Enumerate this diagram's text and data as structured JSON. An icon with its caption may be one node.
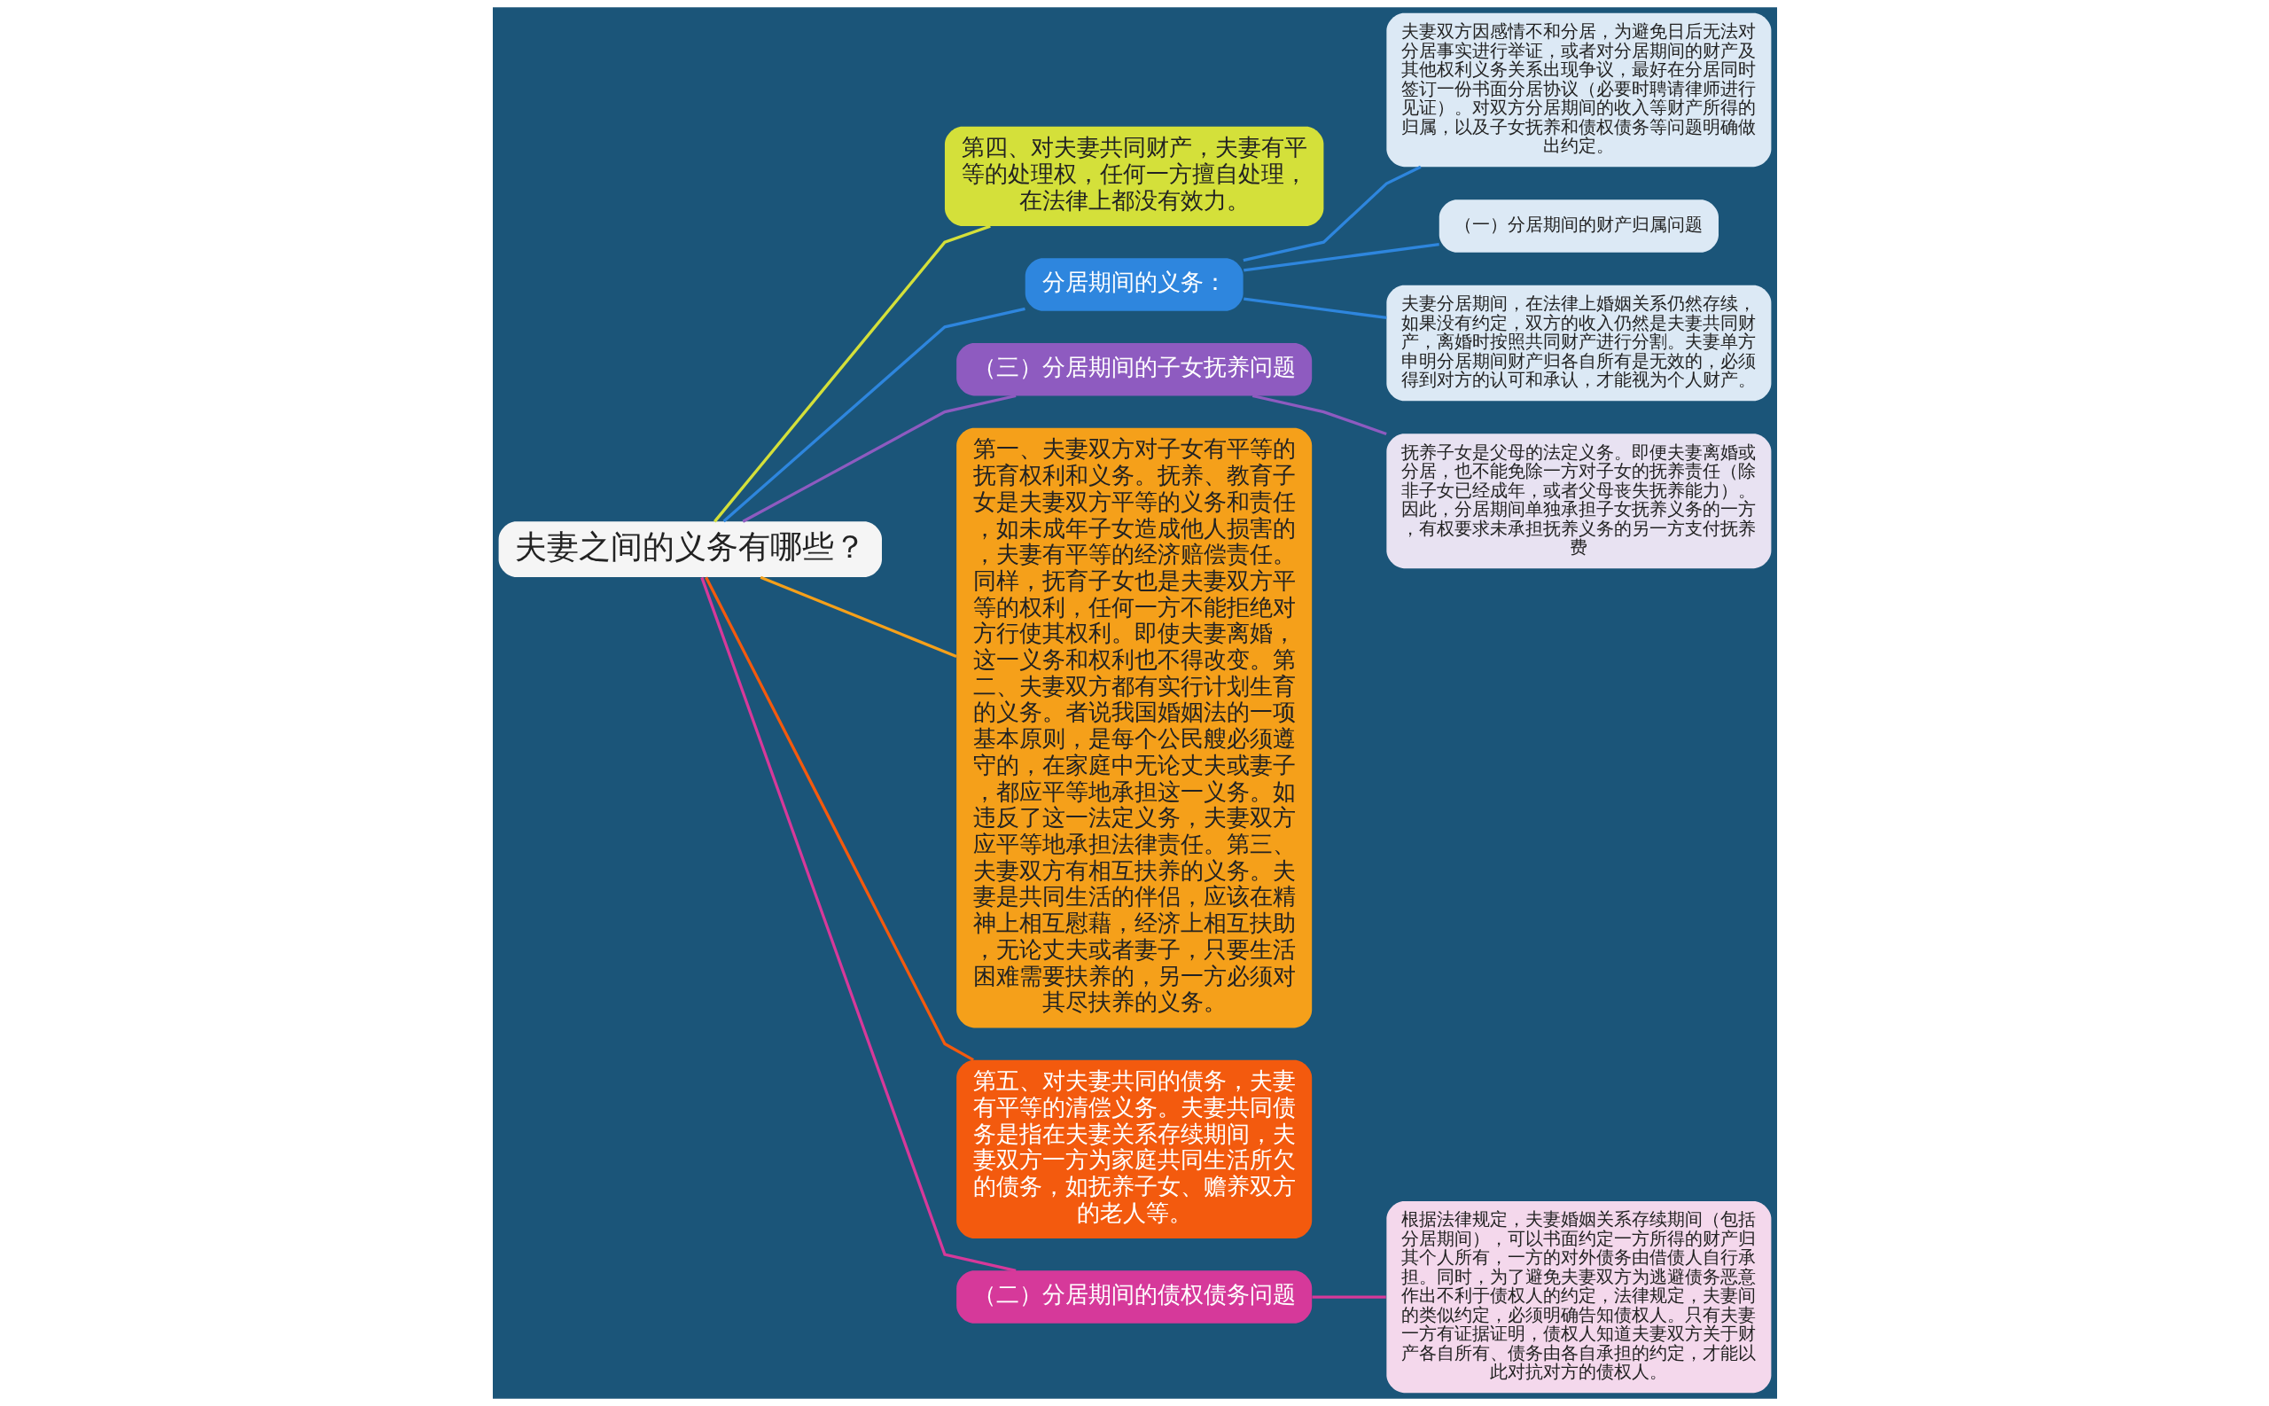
{
  "diagram": {
    "nodes": [
      {
        "text": [
          "夫妻之间的义务有哪些？"
        ]
      },
      {
        "text": [
          "第四、对夫妻共同财产，夫妻有平等的处理权，任何一方擅自处理，在法律上都没有效力。"
        ]
      },
      {
        "text": [
          "分居期间的义务："
        ]
      },
      {
        "text": [
          "夫妻双方因感情不和分居，为避免日后无法对分居事实进行举证，或者对分居期间的财产及其他权利义务关系出现争议，最好在分居同时签订一份书面分居协议（必要时聘请律师进行见证）。对双方分居期间的收入等财产所得的归属，以及子女抚养和债权债务等问题明确做出约定。"
        ]
      },
      {
        "text": [
          "（一）分居期间的财产归属问题"
        ]
      },
      {
        "text": [
          "夫妻分居期间，在法律上婚姻关系仍然存续，如果没有约定，双方的收入仍然是夫妻共同财产，离婚时按照共同财产进行分割。夫妻单方申明分居期间财产归各自所有是无效的，必须得到对方的认可和承认，才能视为个人财产。"
        ]
      },
      {
        "text": [
          "（三）分居期间的子女抚养问题"
        ]
      },
      {
        "text": [
          "抚养子女是父母的法定义务。即便夫妻离婚或分居，也不能免除一方对子女的抚养责任（除非子女已经成年，或者父母丧失抚养能力）。因此，分居期间单独承担子女抚养义务的一方，有权要求未承担抚养义务的另一方支付抚养费"
        ]
      },
      {
        "text": [
          "第一、夫妻双方对子女有平等的抚育权利和义务。抚养、教育子女是夫妻双方平等的义务和责任，如未成年子女造成他人损害的，夫妻有平等的经济赔偿责任。同样，抚育子女也是夫妻双方平等的权利，任何一方不能拒绝对方行使其权利。即使夫妻离婚，这一义务和权利也不得改变。第二、夫妻双方都有实行计划生育的义务。者说我国婚姻法的一项基本原则，是每个公民艘必须遵守的，在家庭中无论丈夫或妻子，都应平等地承担这一义务。如违反了这一法定义务，夫妻双方应平等地承担法律责任。第三、夫妻双方有相互扶养的义务。夫妻是共同生活的伴侣，应该在精神上相互慰藉，经济上相互扶助，无论丈夫或者妻子，只要生活困难需要扶养的，另一方必须对其尽扶养的义务。"
        ]
      },
      {
        "text": [
          "第五、对夫妻共同的债务，夫妻有平等的清偿义务。夫妻共同债务是指在夫妻关系存续期间，夫妻双方一方为家庭共同生活所欠的债务，如抚养子女、赡养双方的老人等。"
        ]
      },
      {
        "text": [
          "（二）分居期间的债权债务问题"
        ]
      },
      {
        "text": [
          "根据法律规定，夫妻婚姻关系存续期间（包括分居期间），可以书面约定一方所得的财产归其个人所有，一方的对外债务由借债人自行承担。同时，为了避免夫妻双方为逃避债务恶意作出不利于债权人的约定，法律规定，夫妻间的类似约定，必须明确告知债权人。只有夫妻一方有证据证明，债权人知道夫妻双方关于财产各自所有、债务由各自承担的约定，才能以此对抗对方的债权人。"
        ]
      }
    ],
    "edges": [
      {
        "from": 0,
        "to": 1,
        "arrow": "none",
        "color": "#d4e03a"
      },
      {
        "from": 0,
        "to": 2,
        "arrow": "none",
        "color": "#2e86de"
      },
      {
        "from": 2,
        "to": 3,
        "arrow": "none",
        "color": "#2e86de"
      },
      {
        "from": 2,
        "to": 4,
        "arrow": "none",
        "color": "#2e86de"
      },
      {
        "from": 2,
        "to": 5,
        "arrow": "none",
        "color": "#2e86de"
      },
      {
        "from": 0,
        "to": 6,
        "arrow": "none",
        "color": "#8e5bc0"
      },
      {
        "from": 6,
        "to": 7,
        "arrow": "none",
        "color": "#8e5bc0"
      },
      {
        "from": 0,
        "to": 8,
        "arrow": "none",
        "color": "#f5a01a"
      },
      {
        "from": 0,
        "to": 9,
        "arrow": "none",
        "color": "#f35a0e"
      },
      {
        "from": 0,
        "to": 10,
        "arrow": "none",
        "color": "#d6399a"
      },
      {
        "from": 10,
        "to": 11,
        "arrow": "none",
        "color": "#d6399a"
      }
    ]
  }
}
